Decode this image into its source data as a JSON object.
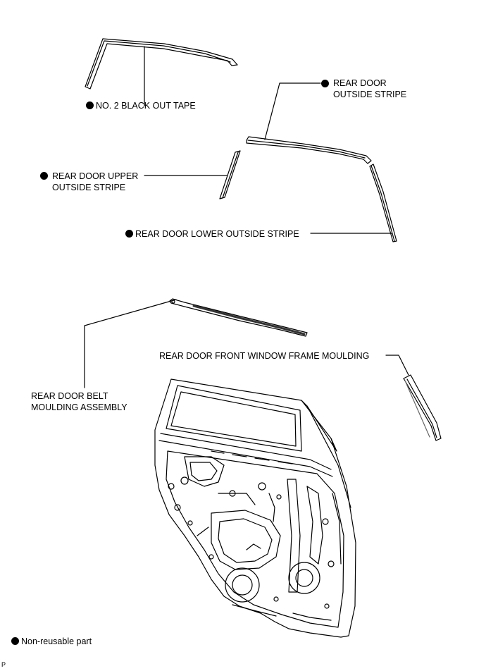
{
  "labels": {
    "black_out_tape": "NO. 2 BLACK OUT TAPE",
    "outside_stripe_line1": "REAR DOOR",
    "outside_stripe_line2": "OUTSIDE STRIPE",
    "upper_stripe_line1": "REAR DOOR UPPER",
    "upper_stripe_line2": "OUTSIDE STRIPE",
    "lower_stripe": "REAR DOOR LOWER OUTSIDE STRIPE",
    "front_window_frame": "REAR DOOR FRONT WINDOW FRAME MOULDING",
    "belt_moulding_line1": "REAR DOOR BELT",
    "belt_moulding_line2": "MOULDING ASSEMBLY"
  },
  "legend": {
    "symbol": "black-dot",
    "text": "Non-reusable part"
  },
  "figure_code": "P",
  "colors": {
    "line": "#000000",
    "background": "#ffffff",
    "strip_fill": "#d8d8d8"
  }
}
